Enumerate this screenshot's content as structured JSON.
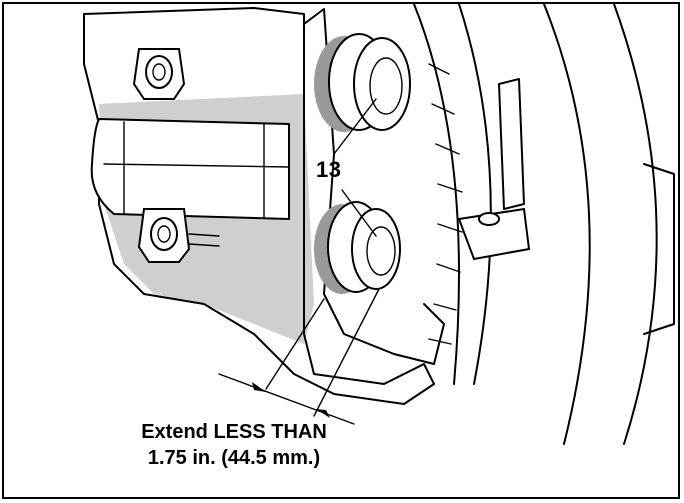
{
  "diagram": {
    "callout_number": "13",
    "caption_line1": "Extend LESS THAN",
    "caption_line2": "1.75 in. (44.5 mm.)"
  },
  "colors": {
    "line": "#000000",
    "shade_light": "#cfcfcf",
    "shade_dark": "#9a9a9a",
    "background": "#ffffff"
  }
}
